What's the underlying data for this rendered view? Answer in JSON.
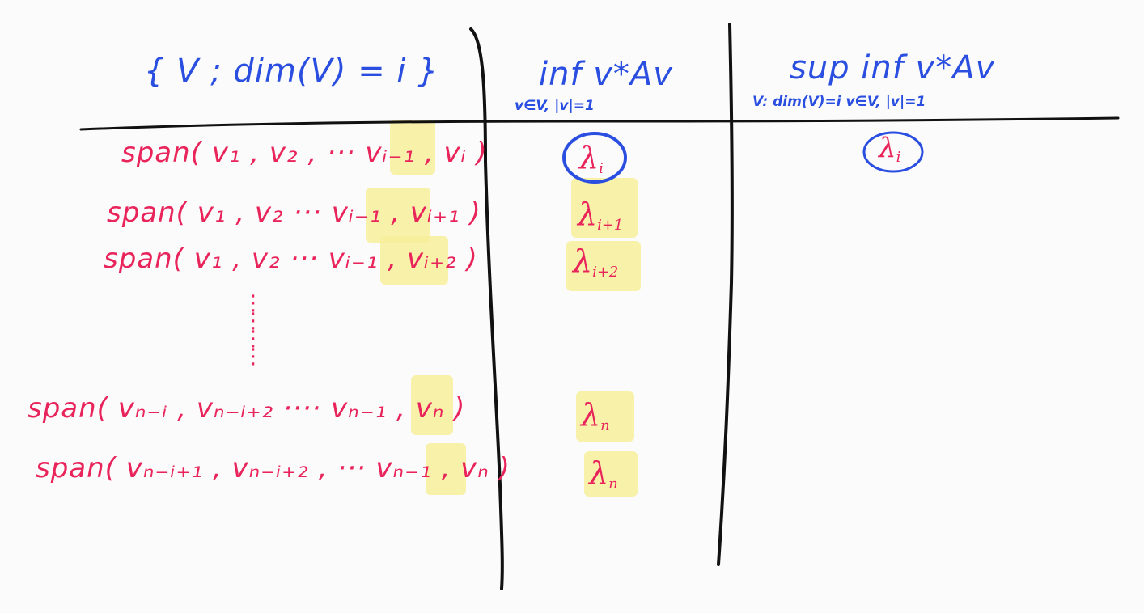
{
  "headers": {
    "col1": "{ V ; dim(V) = i }",
    "col2_main": "inf  v*Av",
    "col2_sub": "v∈V, |v|=1",
    "col3_main": "sup    inf     v*Av",
    "col3_sub": "V: dim(V)=i    v∈V, |v|=1"
  },
  "rows": [
    {
      "span": "span( v₁ , v₂ , ··· vᵢ₋₁ , vᵢ )",
      "lambda": "λ",
      "sub": "i"
    },
    {
      "span": "span( v₁ , v₂  ··· vᵢ₋₁ , vᵢ₊₁ )",
      "lambda": "λ",
      "sub": "i+1"
    },
    {
      "span": "span( v₁ , v₂  ··· vᵢ₋₁ , vᵢ₊₂ )",
      "lambda": "λ",
      "sub": "i+2"
    },
    {
      "span": "span( vₙ₋ᵢ , vₙ₋ᵢ₊₂ ···· vₙ₋₁ , vₙ )",
      "lambda": "λ",
      "sub": "n"
    },
    {
      "span": "span( vₙ₋ᵢ₊₁ , vₙ₋ᵢ₊₂ , ···  vₙ₋₁ , vₙ )",
      "lambda": "λ",
      "sub": "n"
    }
  ],
  "vdots": "⋮",
  "result": {
    "lambda": "λ",
    "sub": "i"
  },
  "colors": {
    "blue": "#2a4fe0",
    "red": "#e8245b",
    "highlight": "#f7ee9a",
    "line": "#111111"
  }
}
